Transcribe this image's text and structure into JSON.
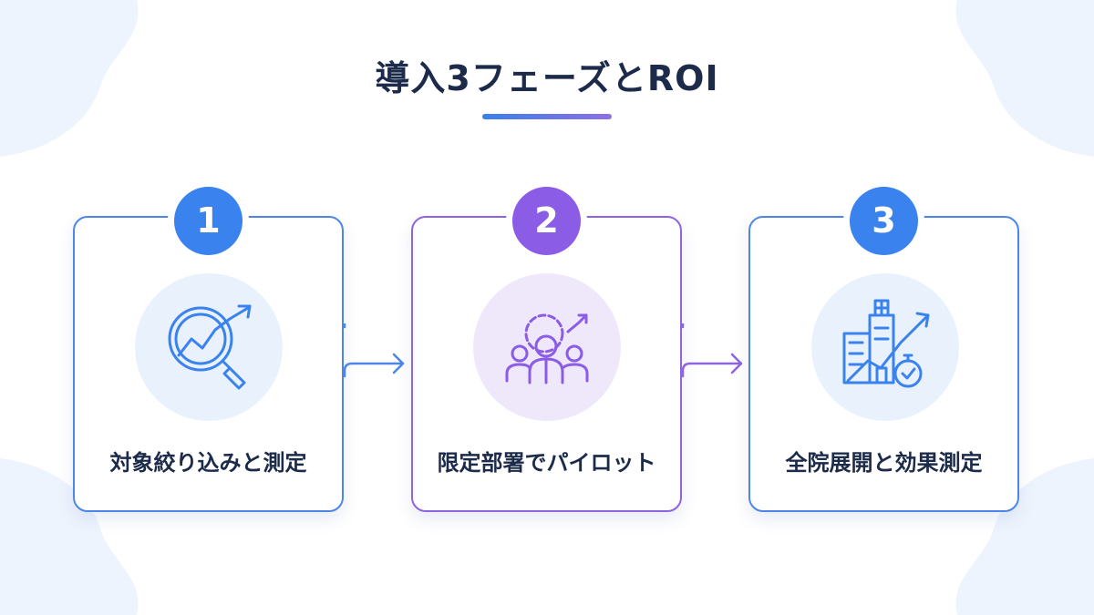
{
  "title": "導入3フェーズとROI",
  "colors": {
    "blue_accent": "#3a82ee",
    "purple_accent": "#8b5ce6",
    "text_dark": "#1c2b4a",
    "icon_bg_blue": "#e9f2fc",
    "icon_bg_purple": "#efe8fb"
  },
  "phases": [
    {
      "number": "1",
      "label": "対象絞り込みと測定",
      "icon": "magnifier-trend-icon",
      "color": "blue"
    },
    {
      "number": "2",
      "label": "限定部署でパイロット",
      "icon": "team-gear-icon",
      "color": "purple"
    },
    {
      "number": "3",
      "label": "全院展開と効果測定",
      "icon": "hospital-growth-icon",
      "color": "blue"
    }
  ]
}
